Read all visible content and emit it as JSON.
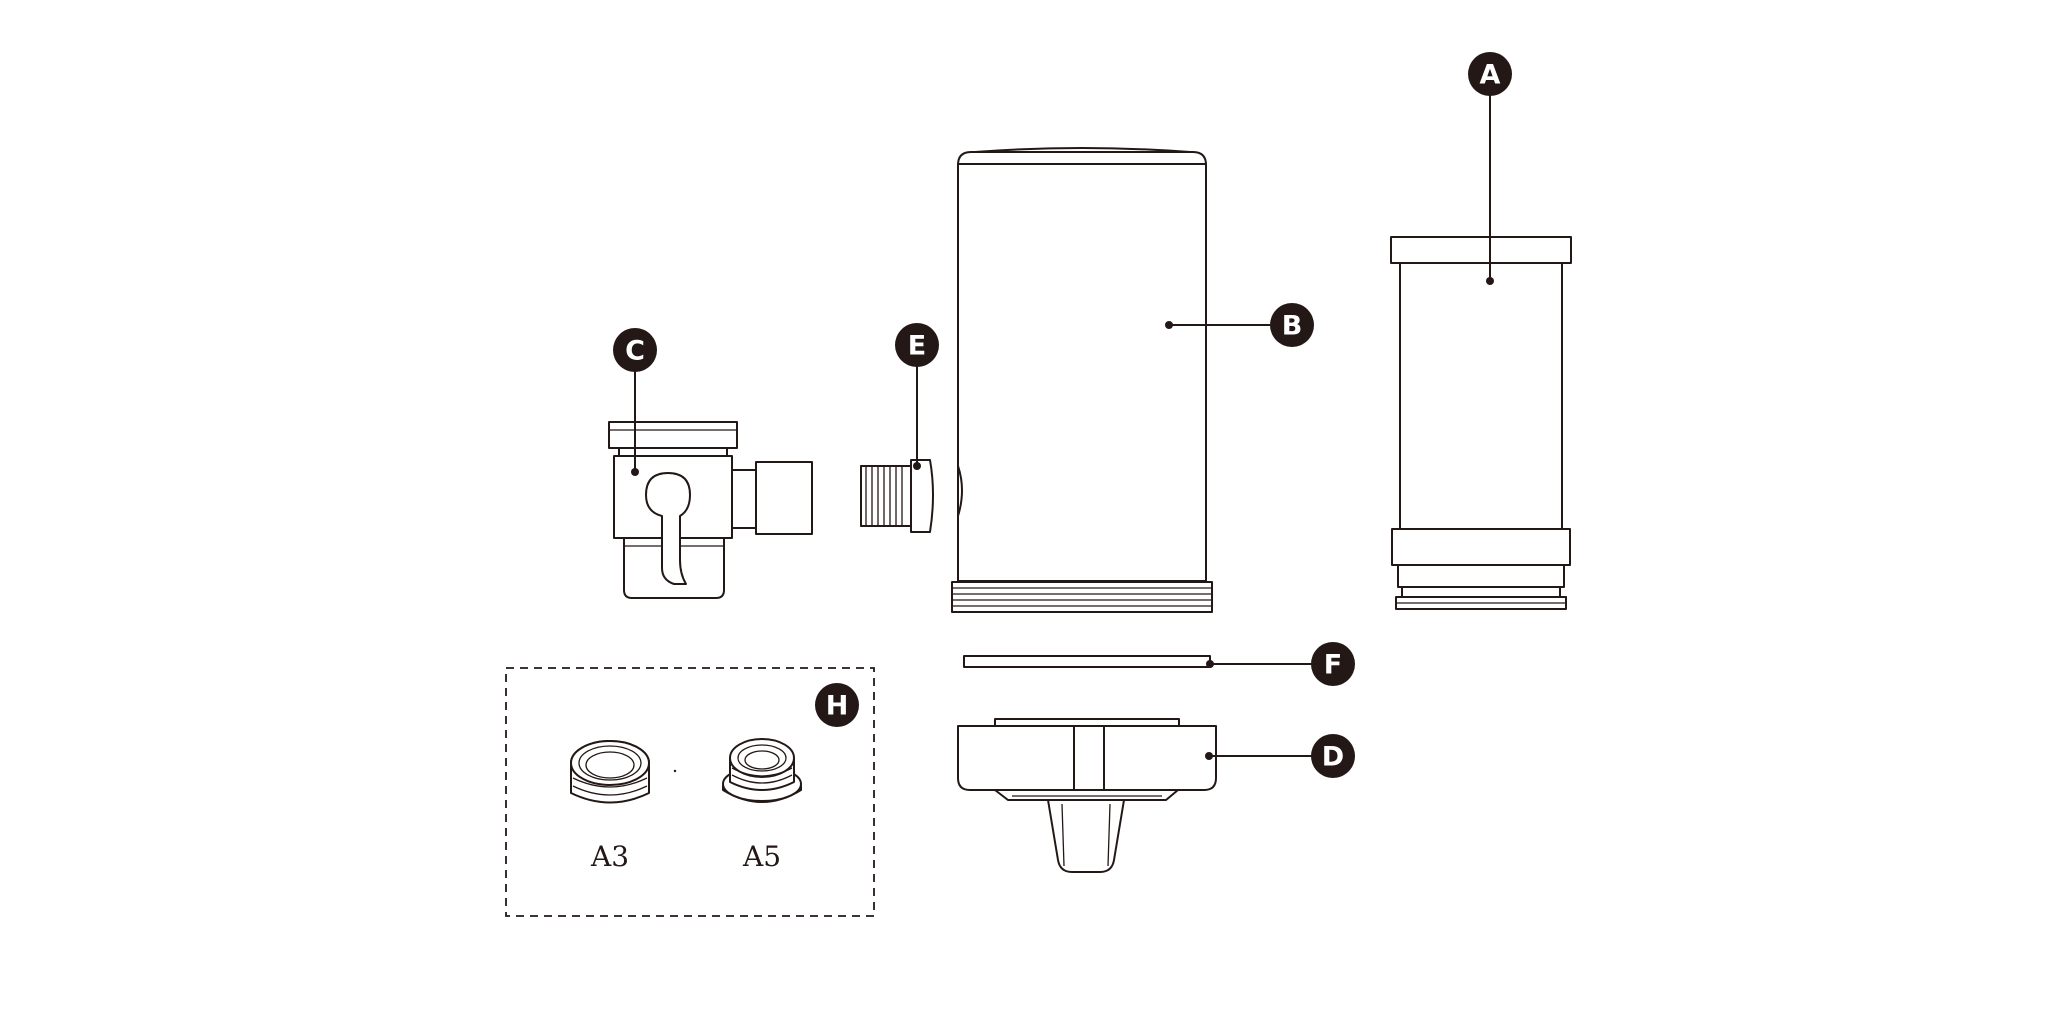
{
  "callouts": {
    "a": "A",
    "b": "B",
    "c": "C",
    "d": "D",
    "e": "E",
    "f": "F",
    "h": "H"
  },
  "adapters": {
    "left_label": "A3",
    "right_label": "A5"
  }
}
